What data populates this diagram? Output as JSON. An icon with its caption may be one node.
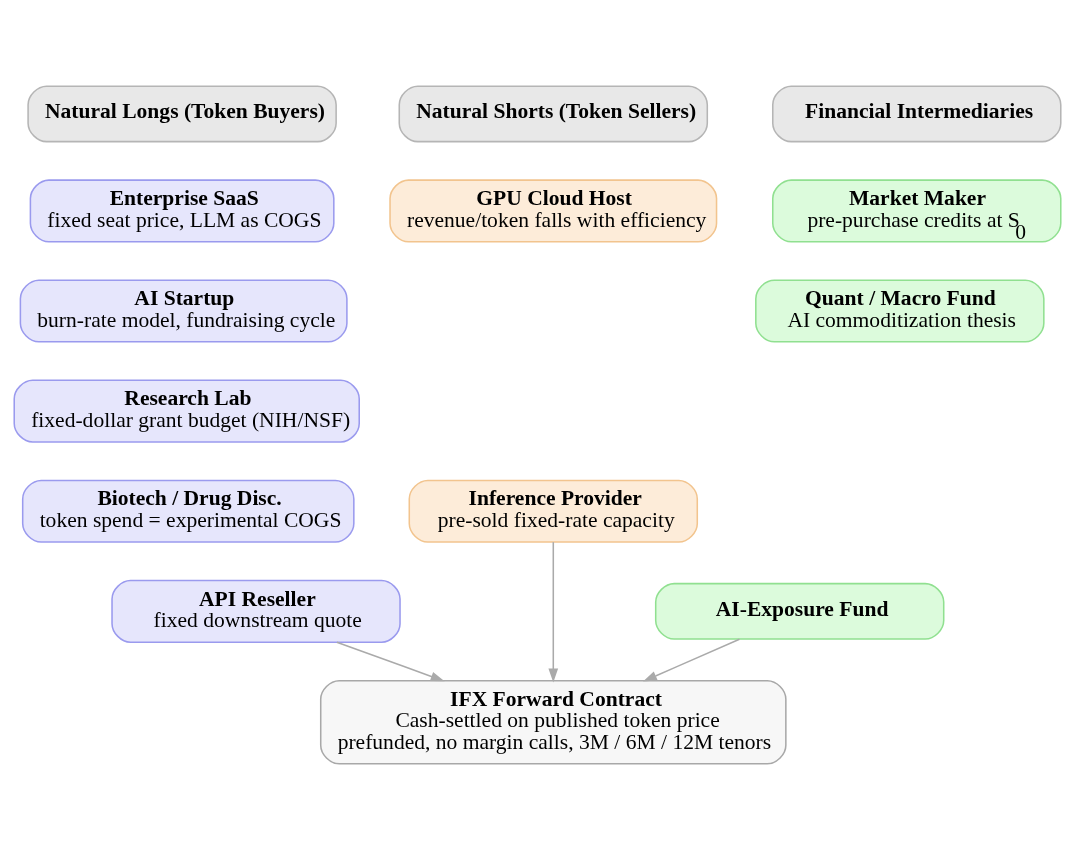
{
  "diagram": {
    "nodes": [
      {
        "text": [
          "Natural Longs (Token Buyers)"
        ]
      },
      {
        "text": [
          "Natural Shorts (Token Sellers)"
        ]
      },
      {
        "text": [
          "Financial Intermediaries"
        ]
      },
      {
        "text": [
          "Enterprise SaaS",
          "fixed seat price, LLM as COGS"
        ]
      },
      {
        "text": [
          "AI Startup",
          "burn-rate model, fundraising cycle"
        ]
      },
      {
        "text": [
          "Research Lab",
          "fixed-dollar grant budget (NIH/NSF)"
        ]
      },
      {
        "text": [
          "Biotech / Drug Disc.",
          "token spend = experimental COGS"
        ]
      },
      {
        "text": [
          "API Reseller",
          "fixed downstream quote"
        ]
      },
      {
        "text": [
          "GPU Cloud Host",
          "revenue/token falls with efficiency"
        ]
      },
      {
        "text": [
          "Inference Provider",
          "pre-sold fixed-rate capacity"
        ]
      },
      {
        "text": [
          "Market Maker",
          "pre-purchase credits at S$_{0}$"
        ]
      },
      {
        "text": [
          "Quant / Macro Fund",
          "AI commoditization thesis"
        ]
      },
      {
        "text": [
          "AI-Exposure Fund"
        ]
      },
      {
        "text": [
          "IFX Forward Contract",
          "Cash-settled on published token price",
          "prefunded, no margin calls, 3M / 6M / 12M tenors"
        ]
      }
    ],
    "edges": [
      {
        "from": 7,
        "to": 13,
        "arrow": "to"
      },
      {
        "from": 9,
        "to": 13,
        "arrow": "to"
      },
      {
        "from": 12,
        "to": 13,
        "arrow": "to"
      }
    ]
  }
}
